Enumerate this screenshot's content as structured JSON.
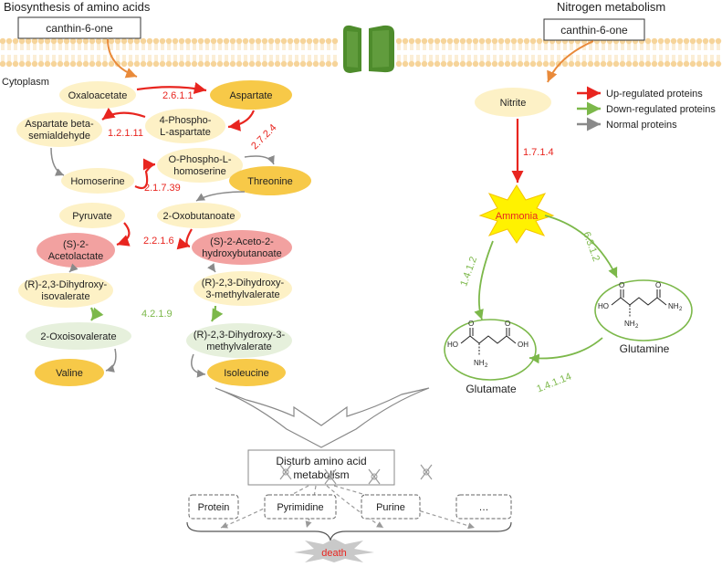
{
  "titles": {
    "left": "Biosynthesis of amino acids",
    "right": "Nitrogen metabolism"
  },
  "compartment": "Cytoplasm",
  "inputs": {
    "left": "canthin-6-one",
    "right": "canthin-6-one"
  },
  "legend": {
    "up": "Up-regulated proteins",
    "down": "Down-regulated proteins",
    "normal": "Normal proteins"
  },
  "colors": {
    "up_arrow": "#e8251f",
    "down_arrow": "#7cb84a",
    "normal_arrow": "#8a8a8a",
    "gold_node": "#f7c948",
    "pale_node": "#fdf1c6",
    "pink_node": "#f2a1a0",
    "green_node": "#e6f0dc",
    "membrane_head": "#f6d49a",
    "channel": "#4e8c2c",
    "input_arrow": "#e98a3a"
  },
  "nodes": {
    "oxaloacetate": "Oxaloacetate",
    "aspartate": "Aspartate",
    "phospho_aspartate": [
      "4-Phospho-",
      "L-aspartate"
    ],
    "aspartate_semialdehyde": [
      "Aspartate beta-",
      "semialdehyde"
    ],
    "homoserine": "Homoserine",
    "o_phospho_homoserine": [
      "O-Phospho-L-",
      "homoserine"
    ],
    "threonine": "Threonine",
    "oxobutanoate": "2-Oxobutanoate",
    "pyruvate": "Pyruvate",
    "acetolactate": [
      "(S)-2-",
      "Acetolactate"
    ],
    "aceto_hydroxybutanoate": [
      "(S)-2-Aceto-2-",
      "hydroxybutanoate"
    ],
    "dihydroxy_isovalerate": [
      "(R)-2,3-Dihydroxy-",
      "isovalerate"
    ],
    "dihydroxy_methylvalerate": [
      "(R)-2,3-Dihydroxy-",
      "3-methylvalerate"
    ],
    "oxoisovalerate": "2-Oxoisovalerate",
    "dihydroxy_methylvalerate_2": [
      "(R)-2,3-Dihydroxy-3-",
      "methylvalerate"
    ],
    "valine": "Valine",
    "isoleucine": "Isoleucine",
    "nitrite": "Nitrite",
    "ammonia": "Ammonia",
    "glutamate": "Glutamate",
    "glutamine": "Glutamine"
  },
  "enzymes": {
    "e2611": "2.6.1.1",
    "e12111": "1.2.1.11",
    "e2724": "2.7.2.4",
    "e21739": "2.1.7.39",
    "e2216": "2.2.1.6",
    "e4219": "4.2.1.9",
    "e1714": "1.7.1.4",
    "e1412": "1.4.1.2",
    "e6312": "6.3.1.2",
    "e14114": "1.4.1.14"
  },
  "molecule_labels": {
    "ho": "HO",
    "oh": "OH",
    "o": "O",
    "nh2": "NH",
    "sub2": "2"
  },
  "outcome": {
    "disturb": [
      "Disturb amino acid",
      "metabolism"
    ],
    "targets": [
      "Protein",
      "Pyrimidine",
      "Purine",
      "…"
    ],
    "death": "death"
  }
}
